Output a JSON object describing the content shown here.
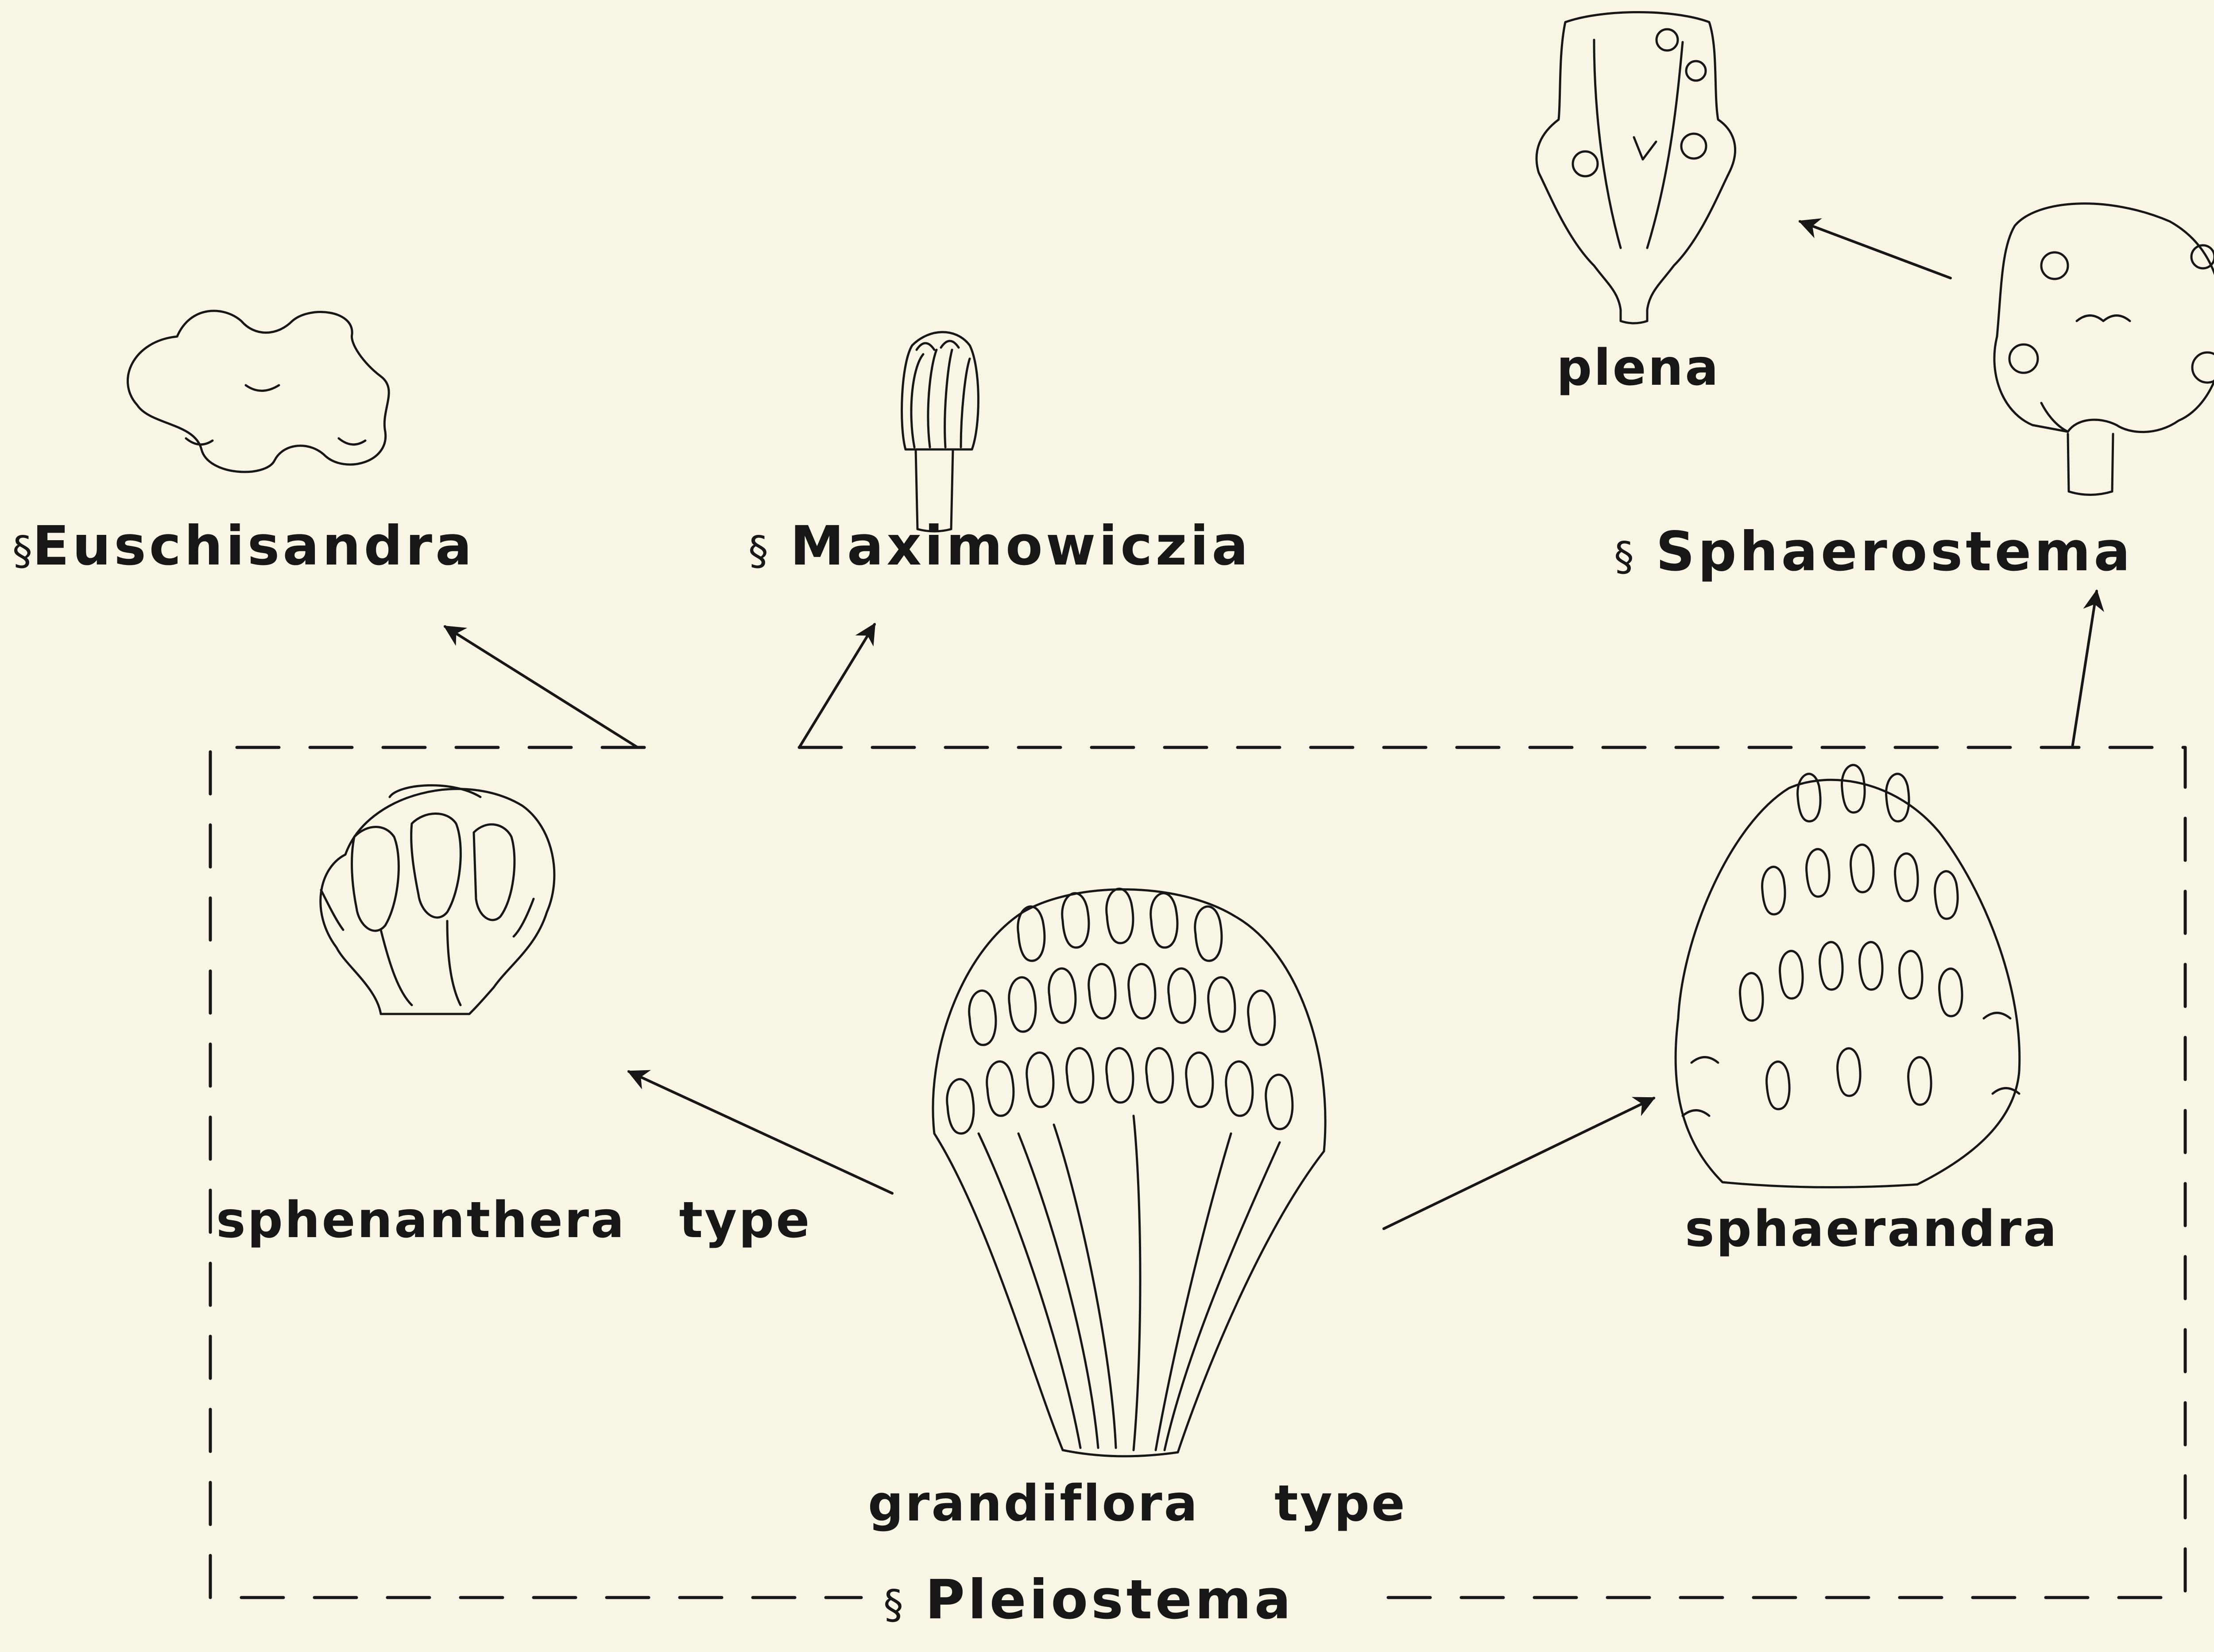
{
  "diagram": {
    "sections": {
      "euschisandra": {
        "mark": "§",
        "name": "Euschisandra"
      },
      "maximowiczia": {
        "mark": "§",
        "name": "Maximowiczia"
      },
      "sphaerostema": {
        "mark": "§",
        "name": "Sphaerostema"
      },
      "pleiostema": {
        "mark": "§",
        "name": "Pleiostema"
      }
    },
    "taxa": {
      "plena": "plena",
      "sphenanthera": {
        "name": "sphenanthera",
        "suffix": "type"
      },
      "grandiflora": {
        "name": "grandiflora",
        "suffix": "type"
      },
      "sphaerandra": "sphaerandra"
    },
    "colors": {
      "ink": "#171717",
      "paper": "#f8f5e4"
    },
    "relations": [
      {
        "from": "grandiflora type",
        "to": "sphenanthera type"
      },
      {
        "from": "grandiflora type",
        "to": "sphaerandra"
      },
      {
        "from": "§ Pleiostema",
        "to": "§ Euschisandra"
      },
      {
        "from": "§ Pleiostema",
        "to": "§ Maximowiczia"
      },
      {
        "from": "§ Pleiostema",
        "to": "§ Sphaerostema"
      },
      {
        "from": "§ Sphaerostema",
        "to": "plena"
      }
    ]
  }
}
